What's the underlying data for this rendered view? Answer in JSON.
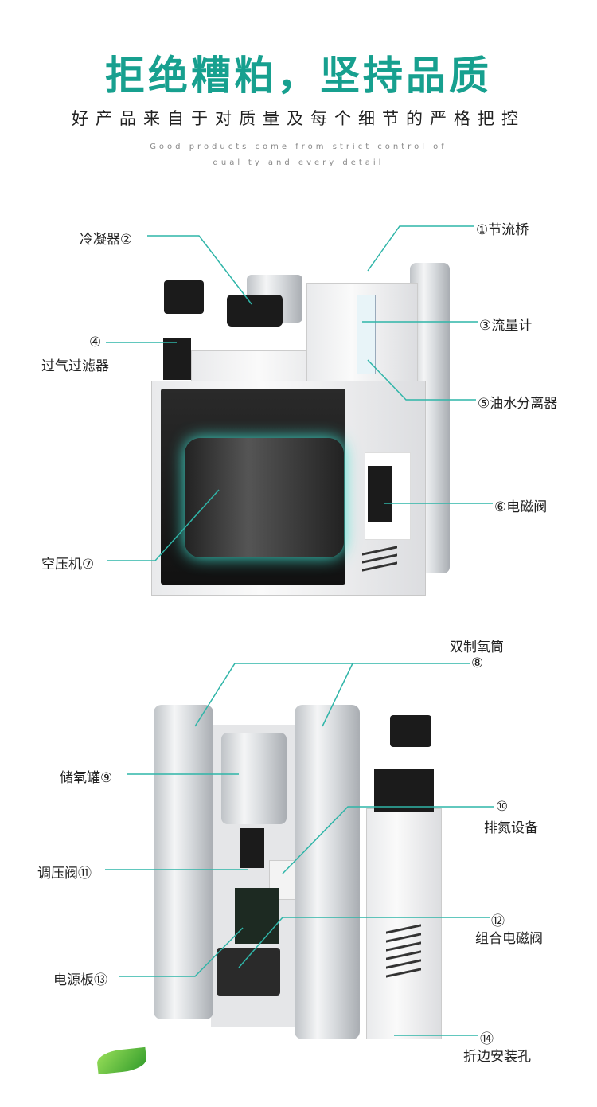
{
  "header": {
    "title": "拒绝糟粕，坚持品质",
    "subtitle": "好产品来自于对质量及每个细节的严格把控",
    "english_line1": "Good products come from strict control of",
    "english_line2": "quality and every detail"
  },
  "labels": {
    "condenser": "冷凝器②",
    "throttle_bridge": "①节流桥",
    "flowmeter": "③流量计",
    "filter_num": "④",
    "filter": "过气过滤器",
    "oil_water_separator": "⑤油水分离器",
    "solenoid_valve": "⑥电磁阀",
    "compressor": "空压机⑦",
    "twin_cylinders": "双制氧筒",
    "twin_cylinders_num": "⑧",
    "oxygen_tank": "储氧罐⑨",
    "nitrogen_num": "⑩",
    "nitrogen_device": "排氮设备",
    "pressure_valve": "调压阀⑪",
    "combo_valve_num": "⑫",
    "combo_valve": "组合电磁阀",
    "power_board": "电源板⑬",
    "mount_num": "⑭",
    "mount_holes": "折边安装孔"
  },
  "colors": {
    "accent": "#17a08f",
    "leader": "#2fb5a8"
  }
}
